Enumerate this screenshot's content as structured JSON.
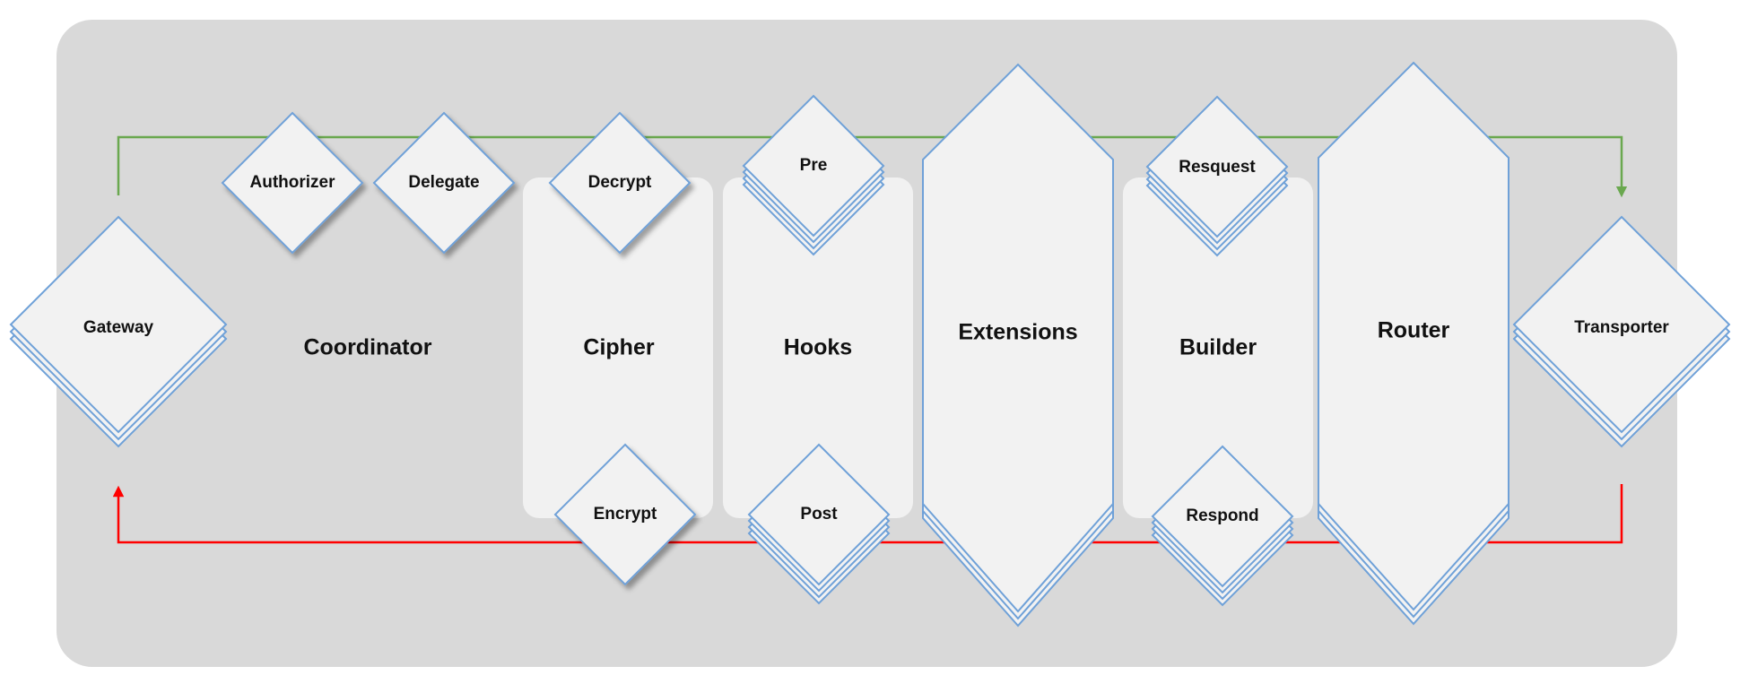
{
  "colors": {
    "background_panel": "#d9d9d9",
    "panel": "#f1f1f1",
    "shape_fill": "#f2f2f2",
    "shape_stroke": "#6fa1d8",
    "request_arrow": "#6aa84f",
    "response_arrow": "#ff0000"
  },
  "groups": {
    "coordinator": "Coordinator",
    "cipher": "Cipher",
    "hooks": "Hooks",
    "builder": "Builder"
  },
  "nodes": {
    "gateway": "Gateway",
    "authorizer": "Authorizer",
    "delegate": "Delegate",
    "decrypt": "Decrypt",
    "encrypt": "Encrypt",
    "pre": "Pre",
    "post": "Post",
    "extensions": "Extensions",
    "request": "Resquest",
    "respond": "Respond",
    "router": "Router",
    "transporter": "Transporter"
  },
  "flows": {
    "request_flow": {
      "from": "Gateway",
      "to": "Transporter",
      "color_key": "request_arrow"
    },
    "response_flow": {
      "from": "Transporter",
      "to": "Gateway",
      "color_key": "response_arrow"
    }
  }
}
